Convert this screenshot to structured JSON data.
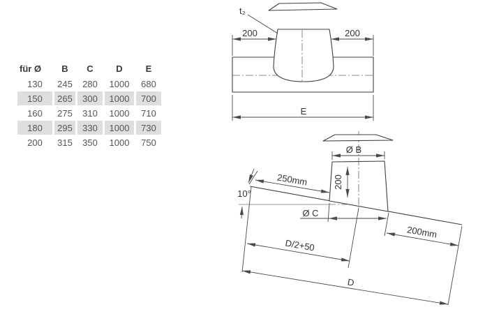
{
  "table": {
    "headers": [
      "für Ø",
      "B",
      "C",
      "D",
      "E"
    ],
    "rows": [
      [
        "130",
        "245",
        "280",
        "1000",
        "680"
      ],
      [
        "150",
        "265",
        "300",
        "1000",
        "700"
      ],
      [
        "160",
        "275",
        "310",
        "1000",
        "710"
      ],
      [
        "180",
        "295",
        "330",
        "1000",
        "730"
      ],
      [
        "200",
        "315",
        "350",
        "1000",
        "750"
      ]
    ],
    "highlight_color": "#dedede"
  },
  "flat_drawing": {
    "labels": {
      "thickness": "t₂",
      "left_offset": "200",
      "right_offset": "200",
      "total_width": "E"
    }
  },
  "pitched_drawing": {
    "labels": {
      "diameter_b": "Ø B",
      "cone_height": "200",
      "slope_length": "250mm",
      "roof_angle": "10°",
      "diameter_c": "Ø C",
      "lower_offset": "200mm",
      "half_length": "D/2+50",
      "total_length": "D"
    }
  },
  "colors": {
    "line": "#3f3f3f",
    "dim_line": "#4a4a4a",
    "text": "#333333",
    "table_highlight": "#dedede"
  }
}
